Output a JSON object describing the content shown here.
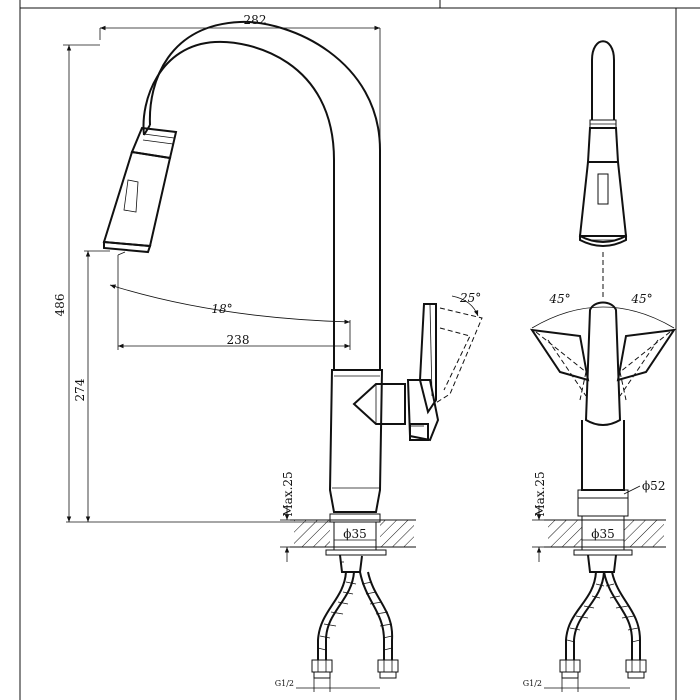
{
  "side_view": {
    "dim_width": "282",
    "dim_height": "486",
    "dim_spout_height": "274",
    "dim_reach": "238",
    "angle_swivel": "18°",
    "angle_lever": "25°",
    "dim_deck_thickness": "Max.25",
    "dim_hole": "ϕ35",
    "thread": "G1/2"
  },
  "front_view": {
    "angle_left": "45°",
    "angle_right": "45°",
    "dim_base": "ϕ52",
    "dim_deck_thickness": "Max.25",
    "dim_hole": "ϕ35",
    "thread": "G1/2"
  }
}
